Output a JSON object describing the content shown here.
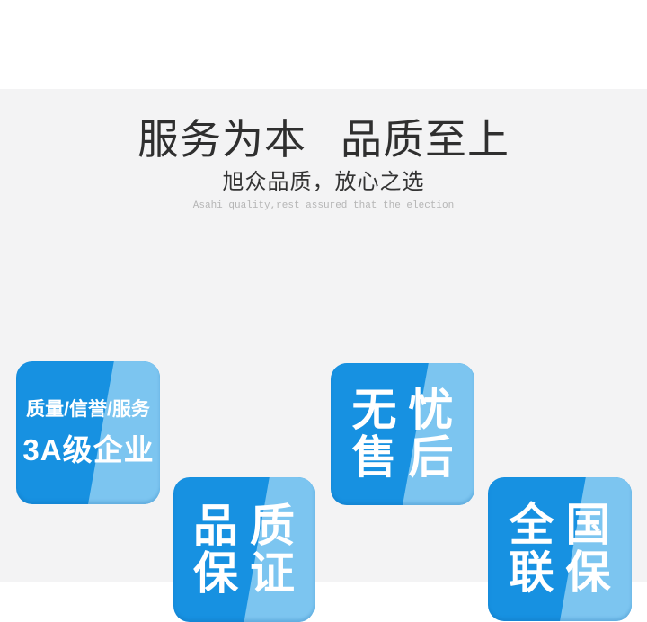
{
  "header": {
    "title_part1": "服务为本",
    "title_part2": "品质至上",
    "subtitle": "旭众品质，放心之选",
    "tagline": "Asahi quality,rest assured that the election"
  },
  "badges": [
    {
      "name": "3a-enterprise",
      "line1": "质量/信誉/服务",
      "line2": "3A级企业"
    },
    {
      "name": "quality-guarantee",
      "line1": "品质",
      "line2": "保证"
    },
    {
      "name": "worry-free-aftersales",
      "line1": "无忧",
      "line2": "售后"
    },
    {
      "name": "nationwide-warranty",
      "line1": "全国",
      "line2": "联保"
    }
  ],
  "colors": {
    "badge_blue": "#1791e1",
    "badge_highlight": "#7cc5f0",
    "page_band": "#f3f3f4",
    "page_bg": "#ffffff",
    "title_text": "#2f2f2f",
    "subtitle_text": "#333333",
    "tagline_text": "#b5b5b5",
    "badge_text": "#ffffff"
  }
}
